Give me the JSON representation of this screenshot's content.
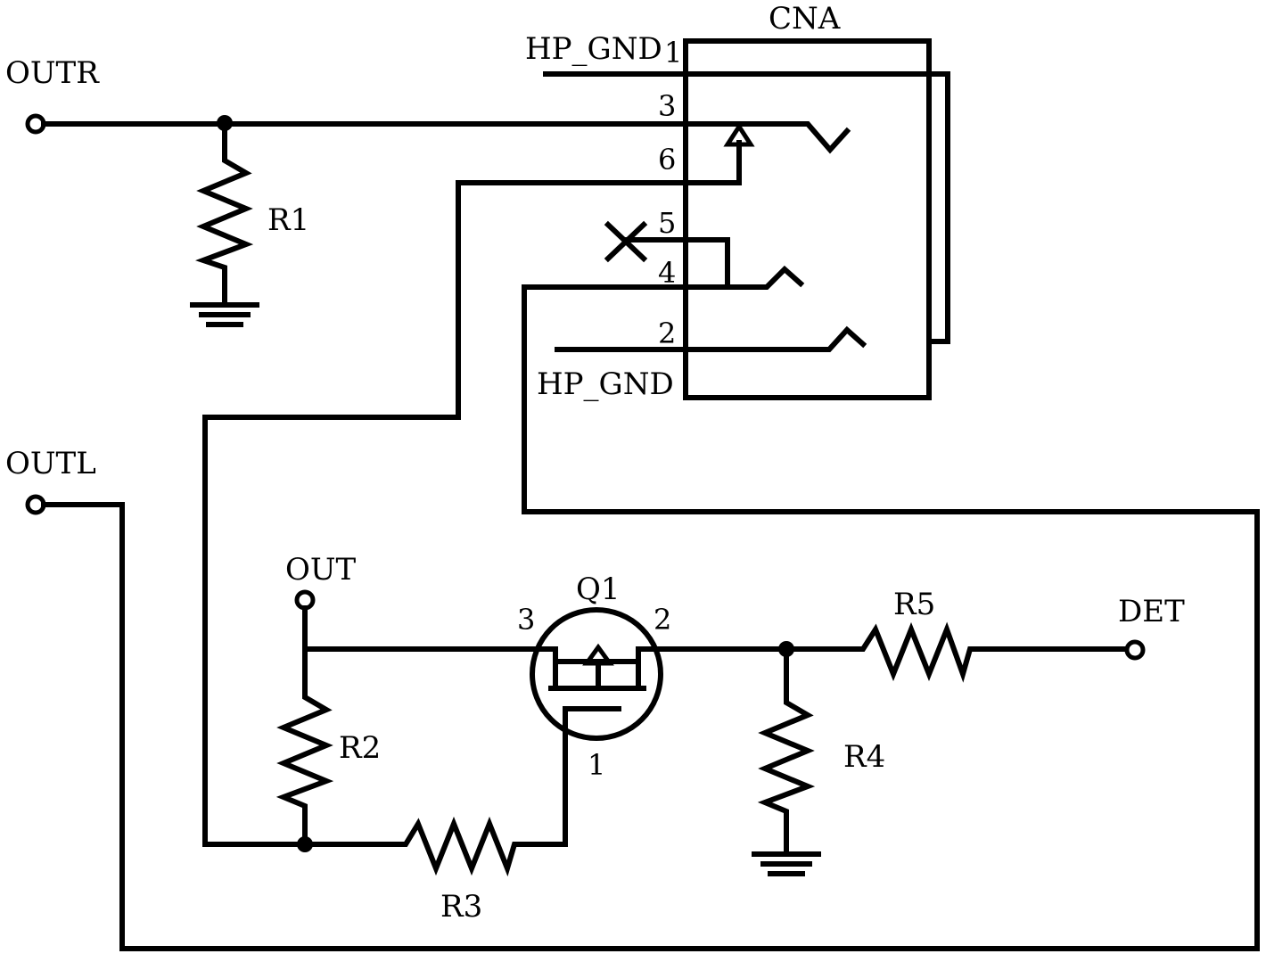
{
  "nets": {
    "outr": "OUTR",
    "outl": "OUTL",
    "out": "OUT",
    "det": "DET",
    "hp_gnd_top": "HP_GND",
    "hp_gnd_bottom": "HP_GND"
  },
  "components": {
    "connector": "CNA",
    "r1": "R1",
    "r2": "R2",
    "r3": "R3",
    "r4": "R4",
    "r5": "R5",
    "q1": "Q1"
  },
  "connector_pins": {
    "p1": "1",
    "p3": "3",
    "p6": "6",
    "p5": "5",
    "p4": "4",
    "p2": "2"
  },
  "q1_pins": {
    "p3": "3",
    "p2": "2",
    "p1": "1"
  }
}
